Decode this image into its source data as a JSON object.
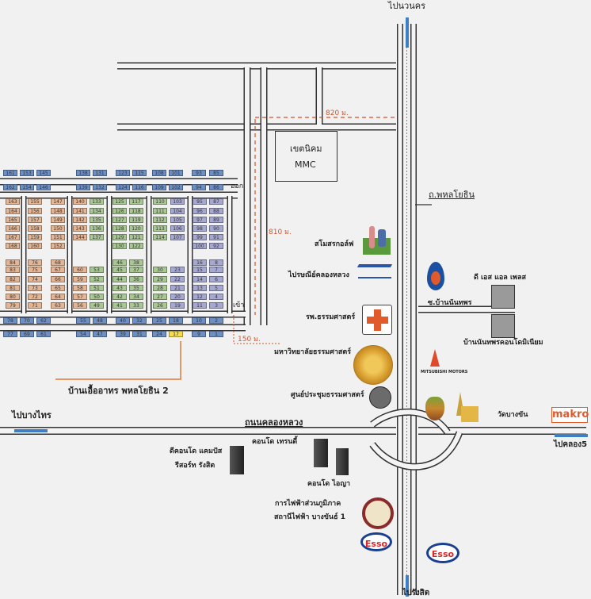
{
  "labels": {
    "to_north": "ไปนวนคร",
    "to_south": "ไปรังสิต",
    "to_west": "ไปบางไทร",
    "to_east": "ไปคลอง5",
    "phahon_road": "ถ.พหลโยธิน",
    "klong_luang_road": "ถนนคลองหลวง",
    "industrial_zone": "เขตนิคม",
    "industrial_zone_code": "MMC",
    "exit": "ออก",
    "entrance": "เข้า",
    "dist_820": "820 ม.",
    "dist_810": "810 ม.",
    "dist_150": "150 ม.",
    "project_name": "บ้านเอื้ออาทร พหลโยธิน 2",
    "golf": "สโมสรกอล์ฟ",
    "post_office": "ไปรษณีย์คลองหลวง",
    "hospital": "รพ.ธรรมศาสตร์",
    "university": "มหาวิทยาลัยธรรมศาสตร์",
    "convention": "ศูนย์ประชุมธรรมศาสตร์",
    "dsl_place": "ดี เอส แอล เพลส",
    "soi_nanthaphon": "ซ.บ้านนันทพร",
    "nanthaphon_condo": "บ้านนันทพรคอนโดมิเนียม",
    "mitsubishi": "MITSUBISHI MOTORS",
    "wat": "วัดบางขัน",
    "makro": "makro",
    "d_condo_1": "ดีคอนโด แคมปัส",
    "d_condo_2": "รีสอร์ท รังสิต",
    "condo_trendy": "คอนโด เทรนดี้",
    "condo_iyara": "คอนโด ไอญา",
    "pea_1": "การไฟฟ้าส่วนภูมิภาค",
    "pea_2": "สถานีไฟฟ้า บางขันธ์ 1",
    "esso": "Esso"
  },
  "colors": {
    "road": "#333333",
    "distance": "#d0552c",
    "zone_orange": "#e4b595",
    "zone_green": "#a9c795",
    "zone_purple": "#a7a8d2",
    "zone_blue": "#6d8fc4",
    "highlight_plot": "#f5dc4a",
    "highway_arrow": "#3d7fc7"
  },
  "plots": {
    "top_rows": [
      [
        "161",
        "153",
        "145",
        "138",
        "131",
        "123",
        "115",
        "108",
        "101",
        "93",
        "85"
      ],
      [
        "162",
        "154",
        "146",
        "139",
        "132",
        "124",
        "116",
        "109",
        "102",
        "94",
        "86"
      ]
    ],
    "main_rows": [
      [
        "163",
        "155",
        "147",
        "140",
        "133",
        "125",
        "117",
        "110",
        "103",
        "95",
        "87"
      ],
      [
        "164",
        "156",
        "148",
        "141",
        "134",
        "126",
        "118",
        "111",
        "104",
        "96",
        "88"
      ],
      [
        "165",
        "157",
        "149",
        "142",
        "135",
        "127",
        "119",
        "112",
        "105",
        "97",
        "89"
      ],
      [
        "166",
        "158",
        "150",
        "143",
        "136",
        "128",
        "120",
        "113",
        "106",
        "98",
        "90"
      ],
      [
        "167",
        "159",
        "151",
        "144",
        "137",
        "129",
        "121",
        "114",
        "107",
        "99",
        "91"
      ],
      [
        "168",
        "160",
        "152",
        null,
        null,
        "130",
        "122",
        null,
        null,
        "100",
        "92"
      ],
      [
        "84",
        "76",
        "68",
        null,
        null,
        "46",
        "38",
        null,
        null,
        "16",
        "8"
      ],
      [
        "83",
        "75",
        "67",
        "60",
        "53",
        "45",
        "37",
        "30",
        "23",
        "15",
        "7"
      ],
      [
        "82",
        "74",
        "66",
        "59",
        "52",
        "44",
        "36",
        "29",
        "22",
        "14",
        "6"
      ],
      [
        "81",
        "73",
        "65",
        "58",
        "51",
        "43",
        "35",
        "28",
        "21",
        "13",
        "5"
      ],
      [
        "80",
        "72",
        "64",
        "57",
        "50",
        "42",
        "34",
        "27",
        "20",
        "12",
        "4"
      ],
      [
        "79",
        "71",
        "63",
        "56",
        "49",
        "41",
        "33",
        "26",
        "19",
        "11",
        "3"
      ]
    ],
    "main_column_zones": [
      "orange",
      "orange",
      "orange",
      "orange",
      "green",
      "green",
      "green",
      "green",
      "purple",
      "purple",
      "purple"
    ],
    "bottom_rows": [
      [
        "78",
        "70",
        "62",
        "55",
        "48",
        "40",
        "32",
        "25",
        "18",
        "10",
        "2"
      ],
      [
        "77",
        "69",
        "61",
        "54",
        "47",
        "39",
        "31",
        "24",
        "17",
        "9",
        "1"
      ]
    ],
    "highlighted": "17"
  }
}
